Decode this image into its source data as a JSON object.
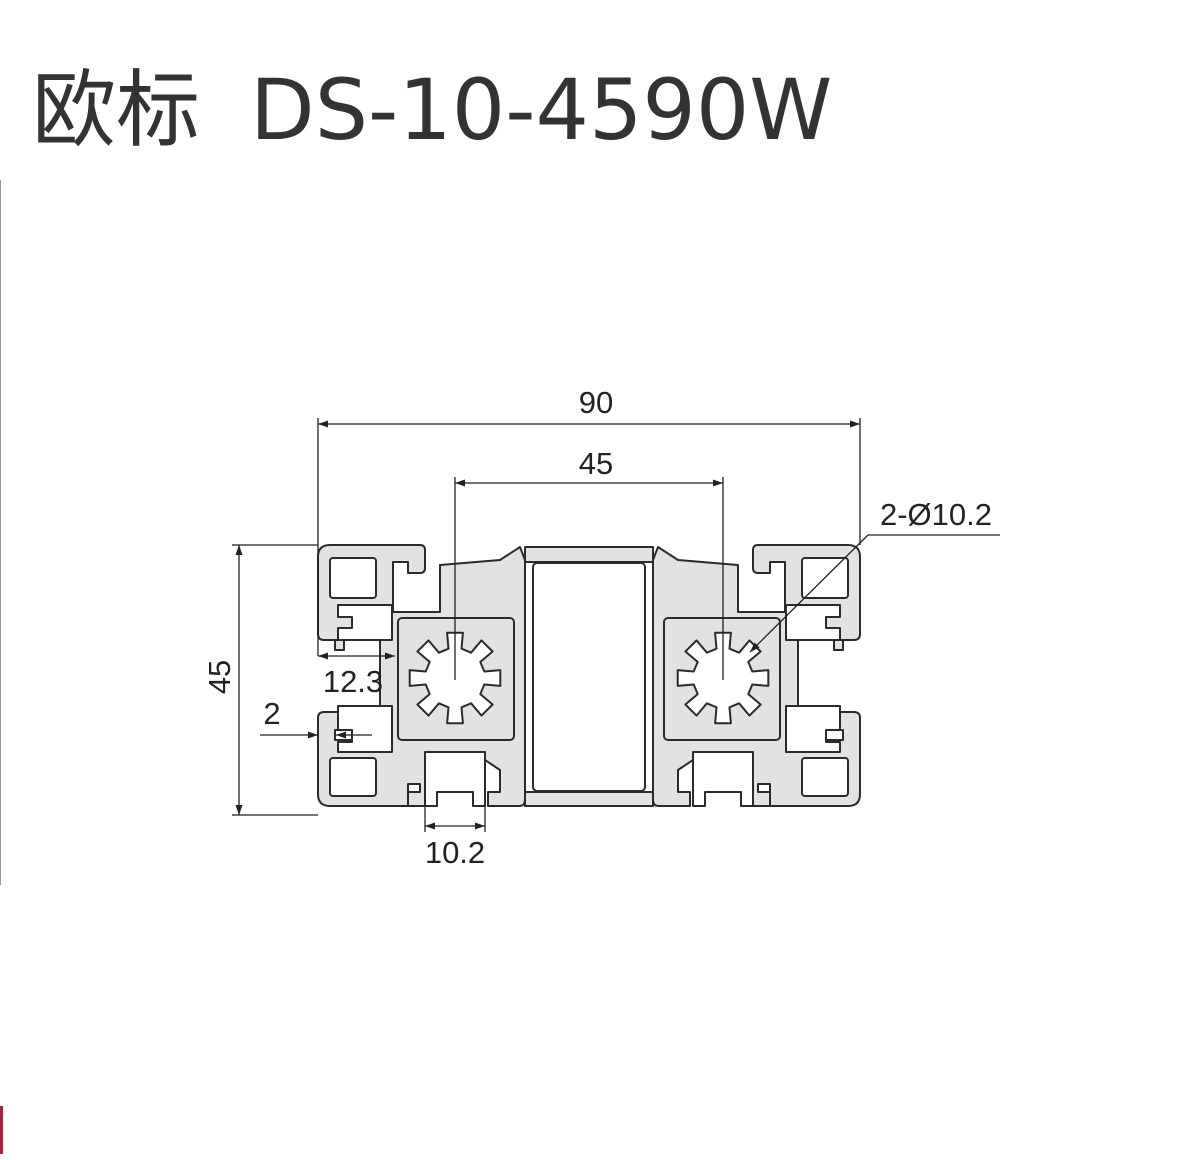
{
  "title": {
    "standard": "欧标",
    "model": "DS-10-4590W"
  },
  "dimensions": {
    "overall_width": "90",
    "center_spacing": "45",
    "bore_spec": "2-Ø10.2",
    "height": "45",
    "slot_offset": "12.3",
    "wall_thickness": "2",
    "slot_width": "10.2"
  },
  "colors": {
    "profile_fill": "#e2e2e2",
    "outline": "#2b2b2b",
    "dimension_line": "#222222",
    "title_text": "#333333",
    "edge_accent": "#b41e3c"
  }
}
